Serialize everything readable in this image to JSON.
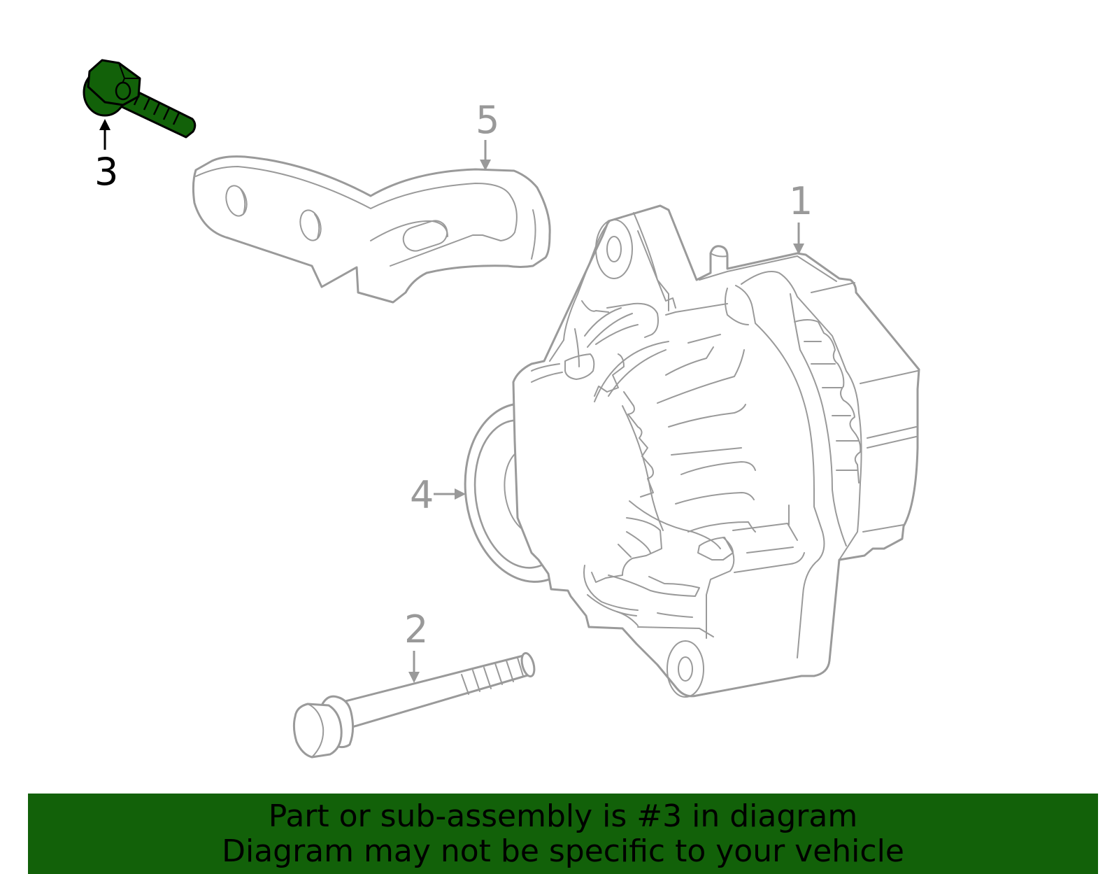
{
  "diagram": {
    "callouts": [
      {
        "id": "1",
        "label": "1"
      },
      {
        "id": "2",
        "label": "2"
      },
      {
        "id": "3",
        "label": "3"
      },
      {
        "id": "4",
        "label": "4"
      },
      {
        "id": "5",
        "label": "5"
      }
    ],
    "highlighted_part": "3",
    "colors": {
      "highlight": "#126109",
      "part_outline": "#9a9a9a",
      "callout_grey": "#999999",
      "banner_bg": "#126109",
      "banner_text": "#000000"
    }
  },
  "banner": {
    "line1": "Part or sub-assembly is #3 in diagram",
    "line2": "Diagram may not be specific to your vehicle"
  }
}
